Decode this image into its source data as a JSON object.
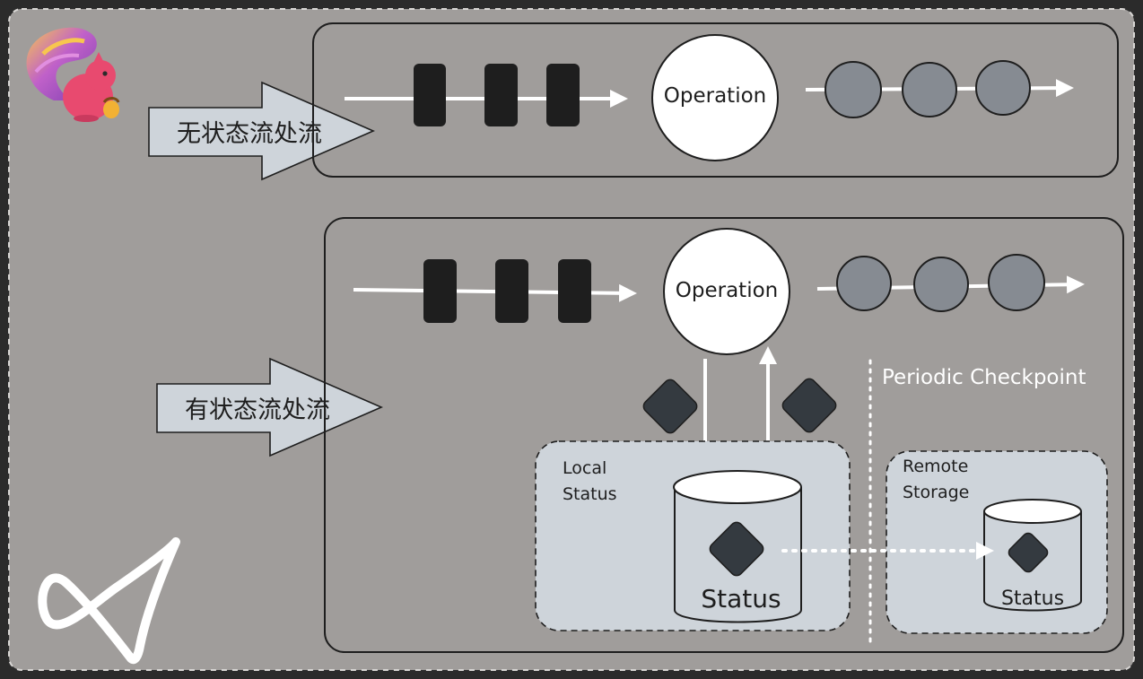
{
  "stateless_label": "无状态流处流",
  "stateful_label": "有状态流处流",
  "operation_label": "Operation",
  "checkpoint_label": "Periodic Checkpoint",
  "local_status_line1": "Local",
  "local_status_line2": "Status",
  "remote_storage_line1": "Remote",
  "remote_storage_line2": "Storage",
  "status_label": "Status",
  "colors": {
    "background": "#a09d9b",
    "event_block": "#1e1e1e",
    "processed_circle": "#868b92",
    "state_diamond": "#343a40",
    "storage_panel": "#ced4da",
    "arrow_label_fill": "#ced4da",
    "white": "#ffffff"
  }
}
